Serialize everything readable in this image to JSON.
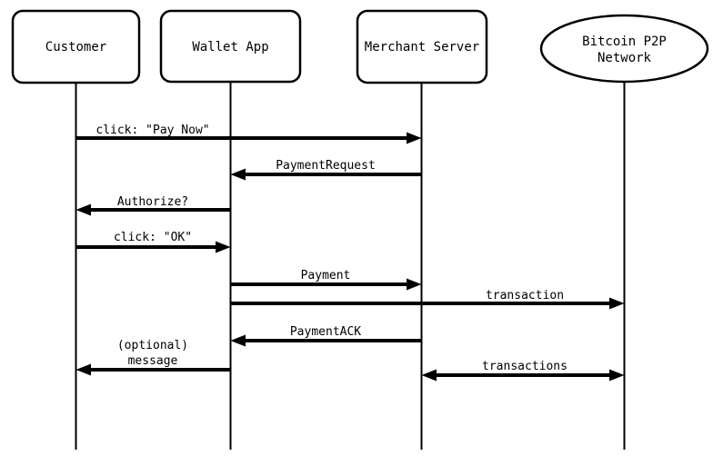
{
  "diagram": {
    "type": "sequence-diagram",
    "background_color": "#ffffff",
    "line_color": "#000000",
    "text_color": "#000000"
  },
  "participants": [
    {
      "id": "customer",
      "shape": "rounded-rect",
      "label": "Customer"
    },
    {
      "id": "wallet-app",
      "shape": "rounded-rect",
      "label": "Wallet App"
    },
    {
      "id": "merchant-server",
      "shape": "rounded-rect",
      "label": "Merchant Server"
    },
    {
      "id": "bitcoin-p2p-network",
      "shape": "ellipse",
      "label": "Bitcoin P2P Network",
      "lines": [
        "Bitcoin P2P",
        "Network"
      ]
    }
  ],
  "messages": [
    {
      "from": "customer",
      "to": "merchant-server",
      "direction": "right",
      "label": "click: \"Pay Now\""
    },
    {
      "from": "merchant-server",
      "to": "wallet-app",
      "direction": "left",
      "label": "PaymentRequest"
    },
    {
      "from": "wallet-app",
      "to": "customer",
      "direction": "left",
      "label": "Authorize?"
    },
    {
      "from": "customer",
      "to": "wallet-app",
      "direction": "right",
      "label": "click: \"OK\""
    },
    {
      "from": "wallet-app",
      "to": "merchant-server",
      "direction": "right",
      "label": "Payment"
    },
    {
      "from": "wallet-app",
      "to": "bitcoin-p2p-network",
      "direction": "right",
      "label": "transaction"
    },
    {
      "from": "merchant-server",
      "to": "wallet-app",
      "direction": "left",
      "label": "PaymentACK"
    },
    {
      "from": "wallet-app",
      "to": "customer",
      "direction": "left",
      "label": "(optional) message",
      "lines": [
        "(optional)",
        "message"
      ]
    },
    {
      "from": "merchant-server",
      "to": "bitcoin-p2p-network",
      "direction": "both",
      "label": "transactions"
    }
  ]
}
